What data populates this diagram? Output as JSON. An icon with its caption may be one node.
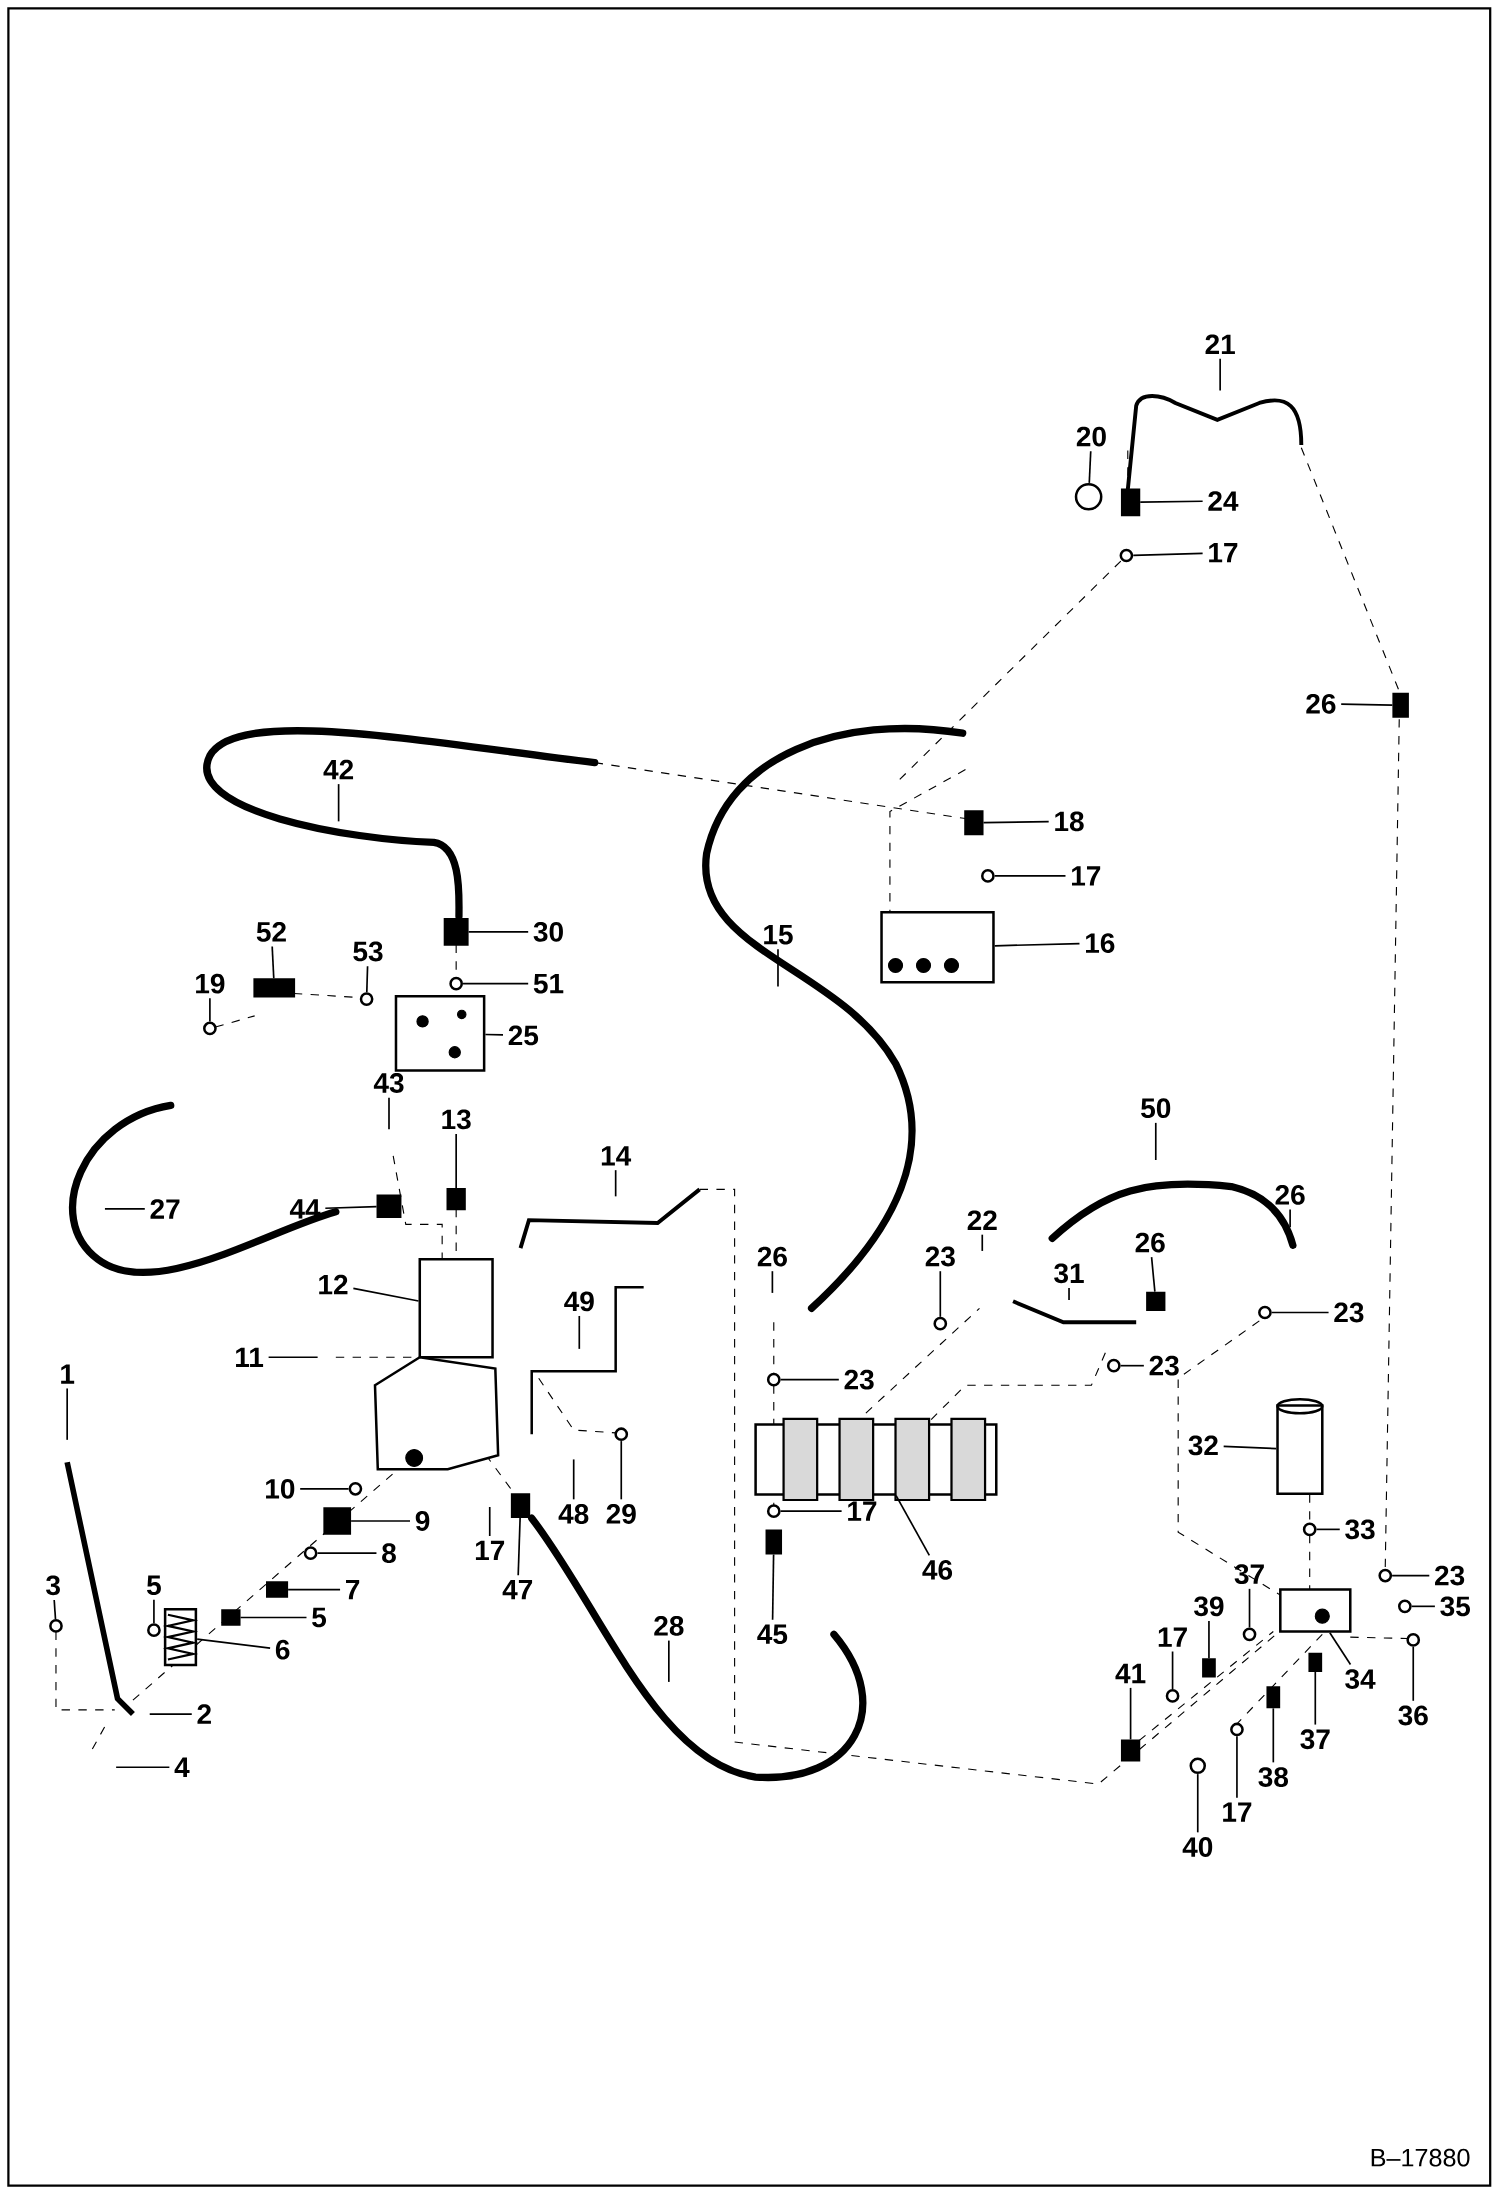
{
  "diagram": {
    "nodes": [
      {
        "text": [
          "21"
        ]
      },
      {
        "text": [
          "20"
        ]
      },
      {
        "text": [
          "24"
        ]
      },
      {
        "text": [
          "17"
        ]
      },
      {
        "text": [
          "26"
        ]
      },
      {
        "text": [
          "42"
        ]
      },
      {
        "text": [
          "18"
        ]
      },
      {
        "text": [
          "17"
        ]
      },
      {
        "text": [
          "30"
        ]
      },
      {
        "text": [
          "52"
        ]
      },
      {
        "text": [
          "15"
        ]
      },
      {
        "text": [
          "16"
        ]
      },
      {
        "text": [
          "53"
        ]
      },
      {
        "text": [
          "19"
        ]
      },
      {
        "text": [
          "51"
        ]
      },
      {
        "text": [
          "25"
        ]
      },
      {
        "text": [
          "43"
        ]
      },
      {
        "text": [
          "50"
        ]
      },
      {
        "text": [
          "13"
        ]
      },
      {
        "text": [
          "14"
        ]
      },
      {
        "text": [
          "26"
        ]
      },
      {
        "text": [
          "44"
        ]
      },
      {
        "text": [
          "27"
        ]
      },
      {
        "text": [
          "22"
        ]
      },
      {
        "text": [
          "26"
        ]
      },
      {
        "text": [
          "23"
        ]
      },
      {
        "text": [
          "26"
        ]
      },
      {
        "text": [
          "31"
        ]
      },
      {
        "text": [
          "12"
        ]
      },
      {
        "text": [
          "49"
        ]
      },
      {
        "text": [
          "23"
        ]
      },
      {
        "text": [
          "11"
        ]
      },
      {
        "text": [
          "23"
        ]
      },
      {
        "text": [
          "1"
        ]
      },
      {
        "text": [
          "23"
        ]
      },
      {
        "text": [
          "32"
        ]
      },
      {
        "text": [
          "10"
        ]
      },
      {
        "text": [
          "17"
        ]
      },
      {
        "text": [
          "48"
        ]
      },
      {
        "text": [
          "29"
        ]
      },
      {
        "text": [
          "9"
        ]
      },
      {
        "text": [
          "33"
        ]
      },
      {
        "text": [
          "17"
        ]
      },
      {
        "text": [
          "8"
        ]
      },
      {
        "text": [
          "46"
        ]
      },
      {
        "text": [
          "37"
        ]
      },
      {
        "text": [
          "23"
        ]
      },
      {
        "text": [
          "3"
        ]
      },
      {
        "text": [
          "5"
        ]
      },
      {
        "text": [
          "7"
        ]
      },
      {
        "text": [
          "47"
        ]
      },
      {
        "text": [
          "39"
        ]
      },
      {
        "text": [
          "35"
        ]
      },
      {
        "text": [
          "5"
        ]
      },
      {
        "text": [
          "28"
        ]
      },
      {
        "text": [
          "45"
        ]
      },
      {
        "text": [
          "17"
        ]
      },
      {
        "text": [
          "6"
        ]
      },
      {
        "text": [
          "41"
        ]
      },
      {
        "text": [
          "34"
        ]
      },
      {
        "text": [
          "2"
        ]
      },
      {
        "text": [
          "36"
        ]
      },
      {
        "text": [
          "37"
        ]
      },
      {
        "text": [
          "4"
        ]
      },
      {
        "text": [
          "38"
        ]
      },
      {
        "text": [
          "17"
        ]
      },
      {
        "text": [
          "40"
        ]
      },
      {
        "text": [],
        "shape": "circle"
      },
      {
        "text": [],
        "shape": "circle"
      },
      {
        "text": [],
        "shape": "box"
      },
      {
        "text": [],
        "shape": "circle"
      },
      {
        "text": [],
        "shape": "box"
      },
      {
        "text": [],
        "shape": "box"
      },
      {
        "text": [],
        "shape": "circle"
      },
      {
        "text": [],
        "shape": "box"
      },
      {
        "text": [],
        "shape": "box"
      },
      {
        "text": [],
        "shape": "circle"
      },
      {
        "text": [],
        "shape": "circle"
      },
      {
        "text": [],
        "shape": "box"
      },
      {
        "text": [],
        "shape": "box"
      },
      {
        "text": [],
        "shape": "circle"
      },
      {
        "text": [],
        "shape": "circle"
      },
      {
        "text": [],
        "shape": "picture"
      },
      {
        "text": [],
        "shape": "box"
      },
      {
        "text": [],
        "shape": "circle"
      },
      {
        "text": [],
        "shape": "picture"
      },
      {
        "text": [],
        "shape": "circle"
      },
      {
        "text": [],
        "shape": "circle"
      },
      {
        "text": [],
        "shape": "cylinder"
      },
      {
        "text": [],
        "shape": "picture"
      },
      {
        "text": [],
        "shape": "circle"
      },
      {
        "text": [],
        "shape": "box"
      },
      {
        "text": [],
        "shape": "box"
      },
      {
        "text": [],
        "shape": "box"
      },
      {
        "text": [],
        "shape": "box"
      },
      {
        "text": [],
        "shape": "box"
      },
      {
        "text": [],
        "shape": "box"
      },
      {
        "text": [],
        "shape": "box"
      },
      {
        "text": [],
        "shape": "box"
      },
      {
        "text": [],
        "shape": "box"
      },
      {
        "text": [],
        "shape": "box"
      },
      {
        "text": [],
        "shape": "box"
      },
      {
        "text": [],
        "shape": "circle"
      },
      {
        "text": [],
        "shape": "circle"
      },
      {
        "text": [],
        "shape": "circle"
      },
      {
        "text": [],
        "shape": "circle"
      },
      {
        "text": [],
        "shape": "circle"
      },
      {
        "text": [],
        "shape": "circle"
      },
      {
        "text": [],
        "shape": "circle"
      },
      {
        "text": [],
        "shape": "circle"
      },
      {
        "text": [],
        "shape": "circle"
      },
      {
        "text": [],
        "shape": "circle"
      },
      {
        "text": [],
        "shape": "circle"
      },
      {
        "text": [],
        "shape": "circle"
      },
      {
        "text": [],
        "shape": "picture"
      }
    ],
    "edges": [
      {
        "from": 0,
        "to": null,
        "arrow": "none"
      },
      {
        "from": 1,
        "to": 67,
        "arrow": "none"
      },
      {
        "from": 2,
        "to": 93,
        "arrow": "none"
      },
      {
        "from": 3,
        "to": 104,
        "arrow": "none"
      },
      {
        "from": 4,
        "to": 99,
        "arrow": "none"
      },
      {
        "from": 5,
        "to": null,
        "arrow": "none"
      },
      {
        "from": 6,
        "to": 94,
        "arrow": "none"
      },
      {
        "from": 7,
        "to": 105,
        "arrow": "none"
      },
      {
        "from": 8,
        "to": 92,
        "arrow": "none"
      },
      {
        "from": 9,
        "to": 95,
        "arrow": "none"
      },
      {
        "from": 10,
        "to": null,
        "arrow": "none"
      },
      {
        "from": 11,
        "to": 82,
        "arrow": "none"
      },
      {
        "from": 12,
        "to": 103,
        "arrow": "none"
      },
      {
        "from": 13,
        "to": 102,
        "arrow": "none"
      },
      {
        "from": 14,
        "to": 84,
        "arrow": "none"
      },
      {
        "from": 15,
        "to": 83,
        "arrow": "none"
      },
      {
        "from": 16,
        "to": null,
        "arrow": "none"
      },
      {
        "from": 17,
        "to": null,
        "arrow": "none"
      },
      {
        "from": 18,
        "to": 97,
        "arrow": "none"
      },
      {
        "from": 19,
        "to": null,
        "arrow": "none"
      },
      {
        "from": 20,
        "to": null,
        "arrow": "none"
      },
      {
        "from": 21,
        "to": 96,
        "arrow": "none"
      },
      {
        "from": 22,
        "to": null,
        "arrow": "none"
      },
      {
        "from": 23,
        "to": null,
        "arrow": "none"
      },
      {
        "from": 24,
        "to": null,
        "arrow": "none"
      },
      {
        "from": 25,
        "to": 106,
        "arrow": "none"
      },
      {
        "from": 26,
        "to": 98,
        "arrow": "none"
      },
      {
        "from": 27,
        "to": null,
        "arrow": "none"
      },
      {
        "from": 28,
        "to": 114,
        "arrow": "none"
      },
      {
        "from": 29,
        "to": null,
        "arrow": "none"
      },
      {
        "from": 30,
        "to": 108,
        "arrow": "none"
      },
      {
        "from": 31,
        "to": null,
        "arrow": "none"
      },
      {
        "from": 32,
        "to": 107,
        "arrow": "none"
      },
      {
        "from": 33,
        "to": null,
        "arrow": "none"
      },
      {
        "from": 34,
        "to": 86,
        "arrow": "none"
      },
      {
        "from": 35,
        "to": 88,
        "arrow": "none"
      },
      {
        "from": 36,
        "to": 68,
        "arrow": "none"
      },
      {
        "from": 37,
        "to": 87,
        "arrow": "none"
      },
      {
        "from": 38,
        "to": null,
        "arrow": "none"
      },
      {
        "from": 39,
        "to": 111,
        "arrow": "none"
      },
      {
        "from": 40,
        "to": 69,
        "arrow": "none"
      },
      {
        "from": 41,
        "to": 113,
        "arrow": "none"
      },
      {
        "from": 42,
        "to": null,
        "arrow": "none"
      },
      {
        "from": 43,
        "to": 70,
        "arrow": "none"
      },
      {
        "from": 44,
        "to": 85,
        "arrow": "none"
      },
      {
        "from": 45,
        "to": 73,
        "arrow": "none"
      },
      {
        "from": 46,
        "to": 109,
        "arrow": "none"
      },
      {
        "from": 47,
        "to": 112,
        "arrow": "none"
      },
      {
        "from": 48,
        "to": 90,
        "arrow": "none"
      },
      {
        "from": 49,
        "to": 71,
        "arrow": "none"
      },
      {
        "from": 50,
        "to": 74,
        "arrow": "none"
      },
      {
        "from": 51,
        "to": 75,
        "arrow": "none"
      },
      {
        "from": 52,
        "to": 76,
        "arrow": "none"
      },
      {
        "from": 53,
        "to": 72,
        "arrow": "none"
      },
      {
        "from": 54,
        "to": null,
        "arrow": "none"
      },
      {
        "from": 55,
        "to": 100,
        "arrow": "none"
      },
      {
        "from": 56,
        "to": 110,
        "arrow": "none"
      },
      {
        "from": 57,
        "to": 89,
        "arrow": "none"
      },
      {
        "from": 58,
        "to": 101,
        "arrow": "none"
      },
      {
        "from": 59,
        "to": 91,
        "arrow": "none"
      },
      {
        "from": 60,
        "to": null,
        "arrow": "none"
      },
      {
        "from": 61,
        "to": 77,
        "arrow": "none"
      },
      {
        "from": 62,
        "to": 78,
        "arrow": "none"
      },
      {
        "from": 63,
        "to": null,
        "arrow": "none"
      },
      {
        "from": 64,
        "to": 79,
        "arrow": "none"
      },
      {
        "from": 65,
        "to": 80,
        "arrow": "none"
      },
      {
        "from": 66,
        "to": 81,
        "arrow": "none"
      }
    ],
    "labels": [
      "B–17880"
    ]
  }
}
